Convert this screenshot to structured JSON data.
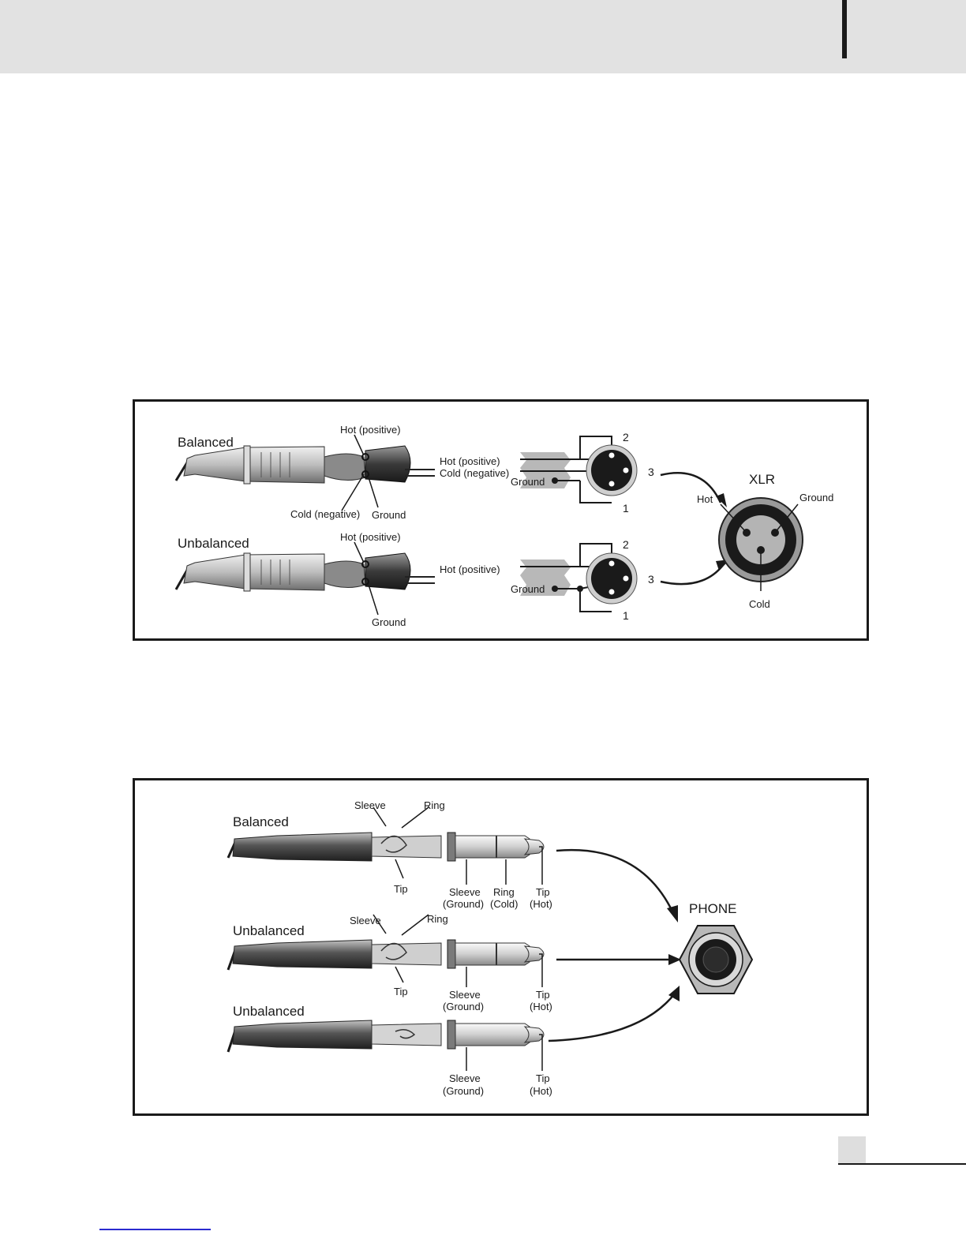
{
  "xlr": {
    "balanced": "Balanced",
    "unbalanced": "Unbalanced",
    "hot_positive": "Hot (positive)",
    "cold_negative": "Cold (negative)",
    "ground": "Ground",
    "pin2": "2",
    "pin3": "3",
    "pin1": "1",
    "title": "XLR",
    "hot": "Hot",
    "cold": "Cold"
  },
  "phone": {
    "balanced": "Balanced",
    "unbalanced": "Unbalanced",
    "sleeve": "Sleeve",
    "ring": "Ring",
    "tip": "Tip",
    "ground_paren": "(Ground)",
    "cold_paren": "(Cold)",
    "hot_paren": "(Hot)",
    "title": "PHONE"
  },
  "colors": {
    "header_band": "#e2e2e2",
    "frame": "#1a1a1a",
    "link_rule": "#2a2ad0"
  }
}
